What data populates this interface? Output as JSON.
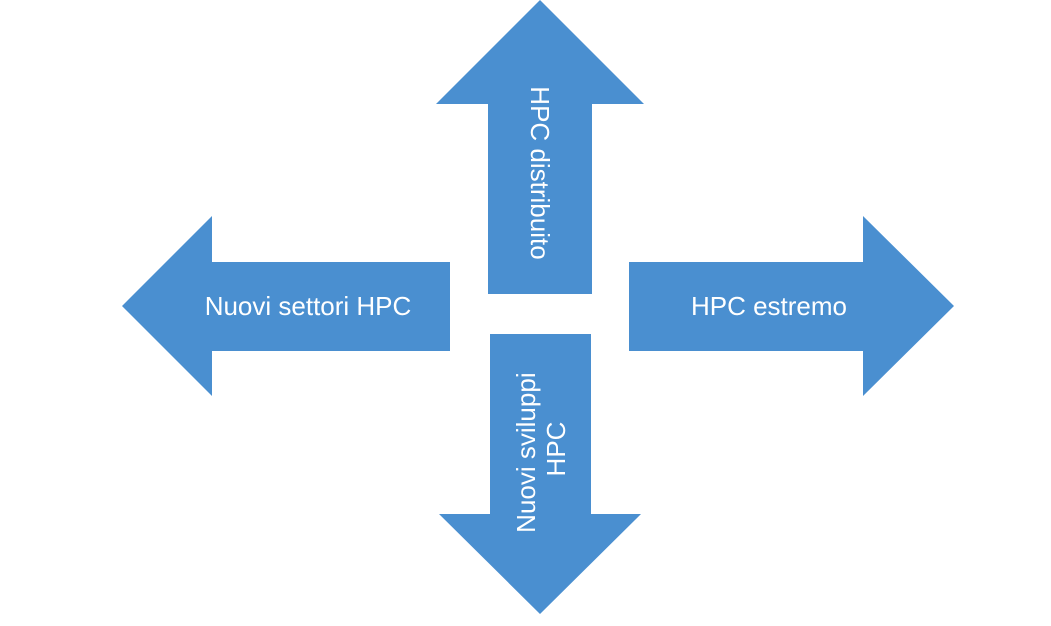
{
  "diagram": {
    "arrow_color": "#4a8fd0",
    "label_color": "#ffffff",
    "arrows": {
      "up": {
        "label": "HPC distribuito",
        "direction": "up"
      },
      "left": {
        "label": "Nuovi settori HPC",
        "direction": "left"
      },
      "right": {
        "label": "HPC estremo",
        "direction": "right"
      },
      "down": {
        "label_line1": "Nuovi sviluppi",
        "label_line2": "HPC",
        "direction": "down"
      }
    }
  }
}
